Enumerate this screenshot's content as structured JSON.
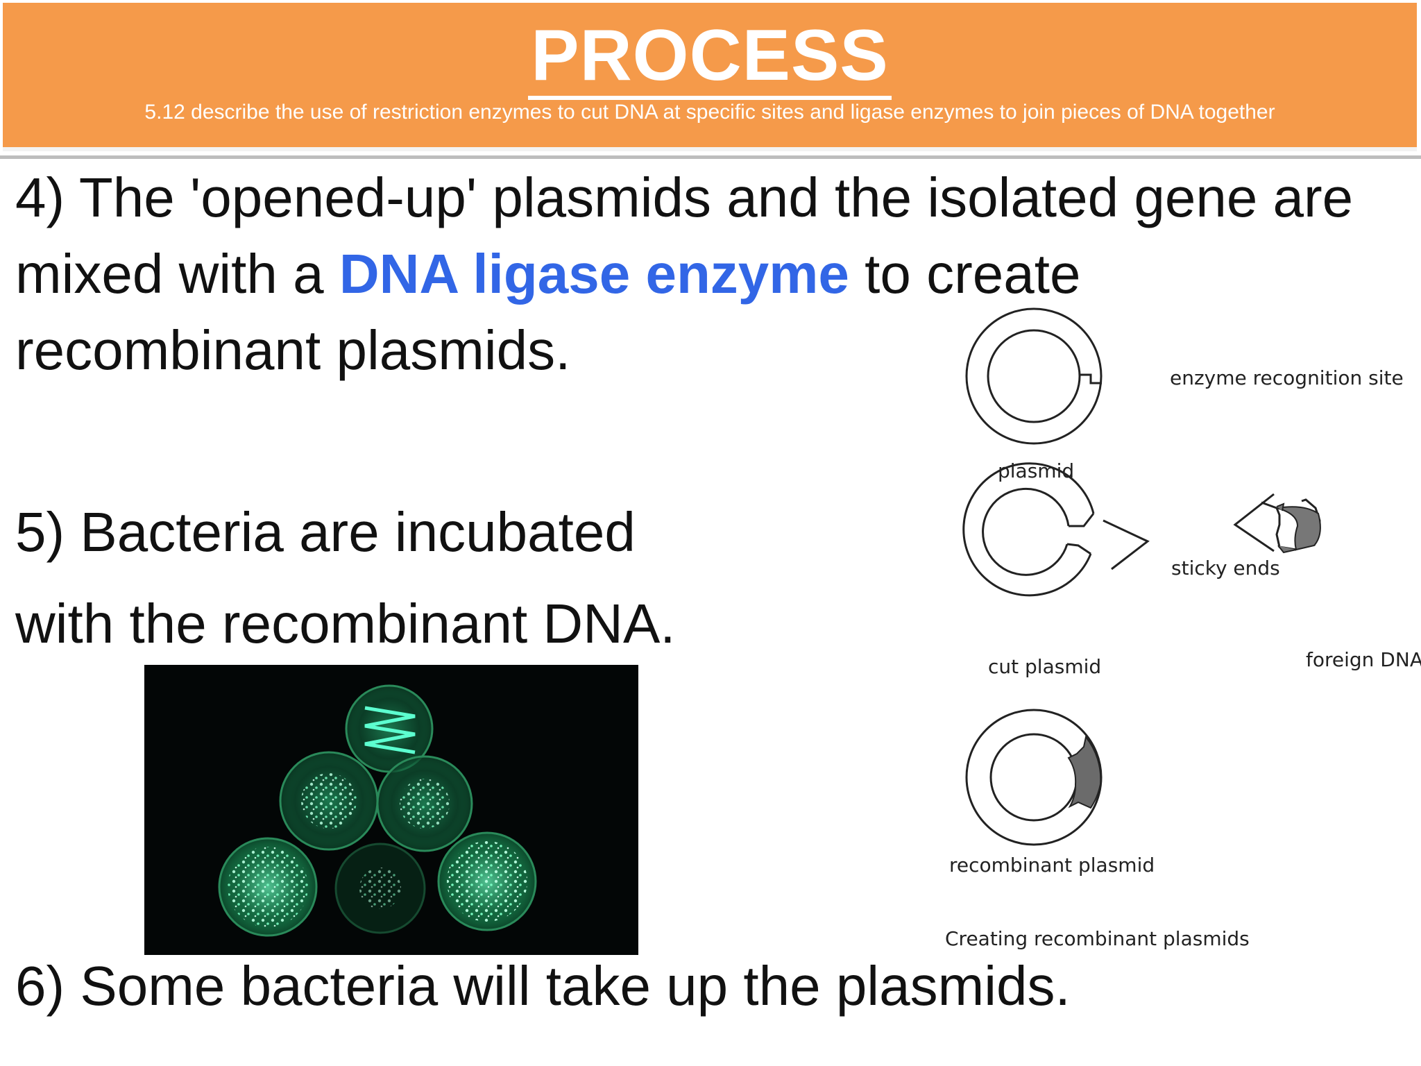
{
  "header": {
    "title": "PROCESS",
    "subtitle": "5.12 describe the use of restriction enzymes to cut DNA at specific sites and ligase enzymes to join pieces of DNA together",
    "background_color": "#f59a4a"
  },
  "steps": {
    "step4_line1": "4) The 'opened-up' plasmids and the isolated gene are",
    "step4_line2_before": "mixed with a ",
    "step4_highlight": "DNA ligase enzyme",
    "step4_line2_after": " to create",
    "step4_line3": "recombinant plasmids.",
    "step5_line1": "5) Bacteria are incubated",
    "step5_line2": "with the recombinant DNA.",
    "step6": "6) Some bacteria will take up the plasmids.",
    "highlight_color": "#3266e6"
  },
  "diagram": {
    "label_enzyme_site": "enzyme recognition site",
    "label_plasmid": "plasmid",
    "label_sticky_ends": "sticky ends",
    "label_cut_plasmid": "cut plasmid",
    "label_foreign_dna": "foreign DNA",
    "label_recombinant": "recombinant plasmid",
    "caption": "Creating recombinant plasmids"
  }
}
